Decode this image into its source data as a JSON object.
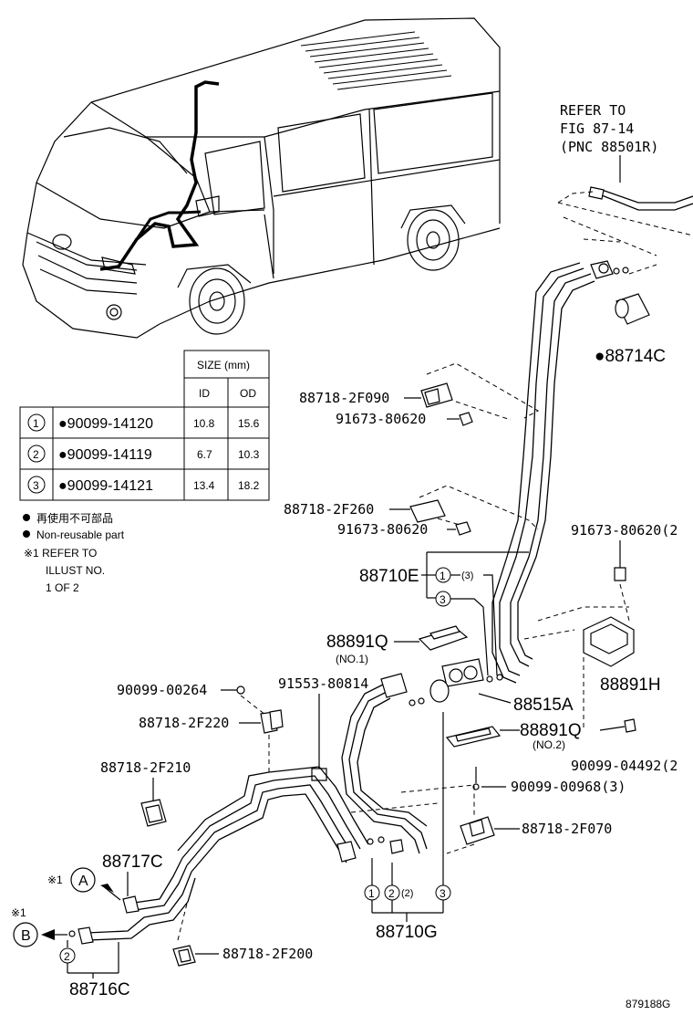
{
  "refer_fig": {
    "line1": "REFER TO",
    "line2": "FIG 87-14",
    "line3": "(PNC 88501R)"
  },
  "size_table": {
    "head_size": "SIZE (mm)",
    "head_id": "ID",
    "head_od": "OD",
    "rows": [
      {
        "num": "1",
        "part": "●90099-14120",
        "id": "10.8",
        "od": "15.6"
      },
      {
        "num": "2",
        "part": "●90099-14119",
        "id": "6.7",
        "od": "10.3"
      },
      {
        "num": "3",
        "part": "●90099-14121",
        "id": "13.4",
        "od": "18.2"
      }
    ]
  },
  "legend": {
    "jp": "再使用不可部品",
    "en": "Non-reusable part",
    "ref1": "※1 REFER TO",
    "ref2": "ILLUST NO.",
    "ref3": "1 OF 2"
  },
  "labels": {
    "p88714C": "●88714C",
    "p88718_2F090": "88718-2F090",
    "p91673_a": "91673-80620",
    "p88718_2F260": "88718-2F260",
    "p91673_b": "91673-80620",
    "p91673_c": "91673-80620(2",
    "p88710E": "88710E",
    "p88710E_1": "1",
    "p88710E_1q": "(3)",
    "p88710E_3": "3",
    "p88891Q_1": "88891Q",
    "p88891Q_1n": "(NO.1)",
    "p88891H": "88891H",
    "p90099_00264": "90099-00264",
    "p91553": "91553-80814",
    "p88718_2F220": "88718-2F220",
    "p88515A": "88515A",
    "p88891Q_2": "88891Q",
    "p88891Q_2n": "(NO.2)",
    "p90099_04492": "90099-04492(2",
    "p88718_2F210": "88718-2F210",
    "p90099_00968": "90099-00968(3)",
    "p88718_2F070": "88718-2F070",
    "p88717C": "88717C",
    "refA_mark": "※1",
    "refA": "A",
    "refB_mark": "※1",
    "refB": "B",
    "p88710G": "88710G",
    "p88710G_1": "1",
    "p88710G_2": "2",
    "p88710G_2q": "(2)",
    "p88710G_3": "3",
    "p88718_2F200": "88718-2F200",
    "p88716C": "88716C",
    "p88716C_2": "2",
    "fig_code": "879188G"
  }
}
